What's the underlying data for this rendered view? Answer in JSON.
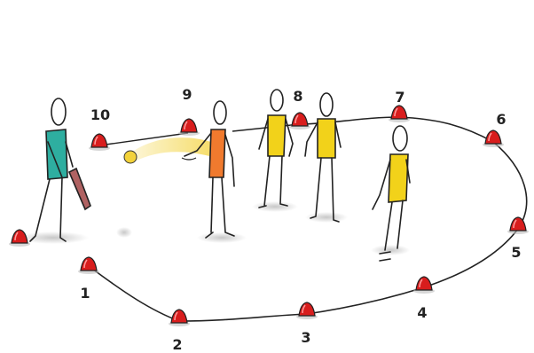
{
  "cones": [
    {
      "label": "1"
    },
    {
      "label": "2"
    },
    {
      "label": "3"
    },
    {
      "label": "4"
    },
    {
      "label": "5"
    },
    {
      "label": "6"
    },
    {
      "label": "7"
    },
    {
      "label": "8"
    },
    {
      "label": "9"
    },
    {
      "label": "10"
    }
  ],
  "colors": {
    "cone": "#d81d1d",
    "bib_yellow": "#f2d21a",
    "bib_orange": "#f07a2e",
    "bib_teal": "#2eaea0",
    "bat": "#b06262",
    "ball": "#f3d23a",
    "line": "#222222"
  },
  "icons": [
    "cone-icon",
    "batter-figure",
    "bowler-figure",
    "fielder-figure",
    "ball-icon",
    "bat-icon"
  ]
}
